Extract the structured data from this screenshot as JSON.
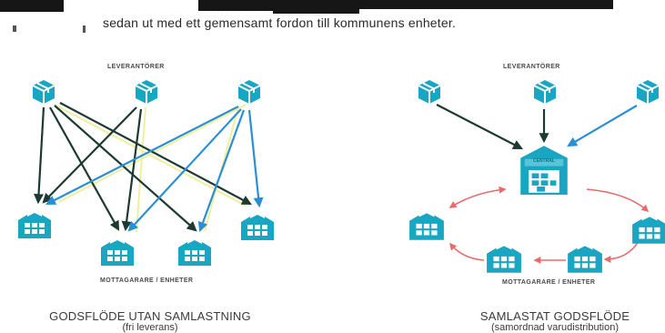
{
  "intro_text": "sedan ut med ett gemensamt fordon till kommunens enheter.",
  "left": {
    "suppliers_label": "LEVERANTÖRER",
    "receivers_label": "MOTTAGARARE / ENHETER",
    "caption_main": "GODSFLÖDE UTAN SAMLASTNING",
    "caption_sub": "(fri leverans)"
  },
  "right": {
    "suppliers_label": "LEVERANTÖRER",
    "receivers_label": "MOTTAGARARE / ENHETER",
    "hub_label": "CENTRAL",
    "caption_main": "SAMLASTAT GODSFLÖDE",
    "caption_sub": "(samordnad varudistribution)"
  },
  "colors": {
    "icon": "#19a6c2",
    "arrow_dark": "#1d3a32",
    "arrow_blue": "#2b8fd6",
    "arrow_yellow": "#f0ef9e",
    "arrow_red": "#e86b6b"
  },
  "icons": {
    "supplier": "package-box-icon",
    "receiver": "building-icon",
    "hub": "warehouse-icon"
  }
}
